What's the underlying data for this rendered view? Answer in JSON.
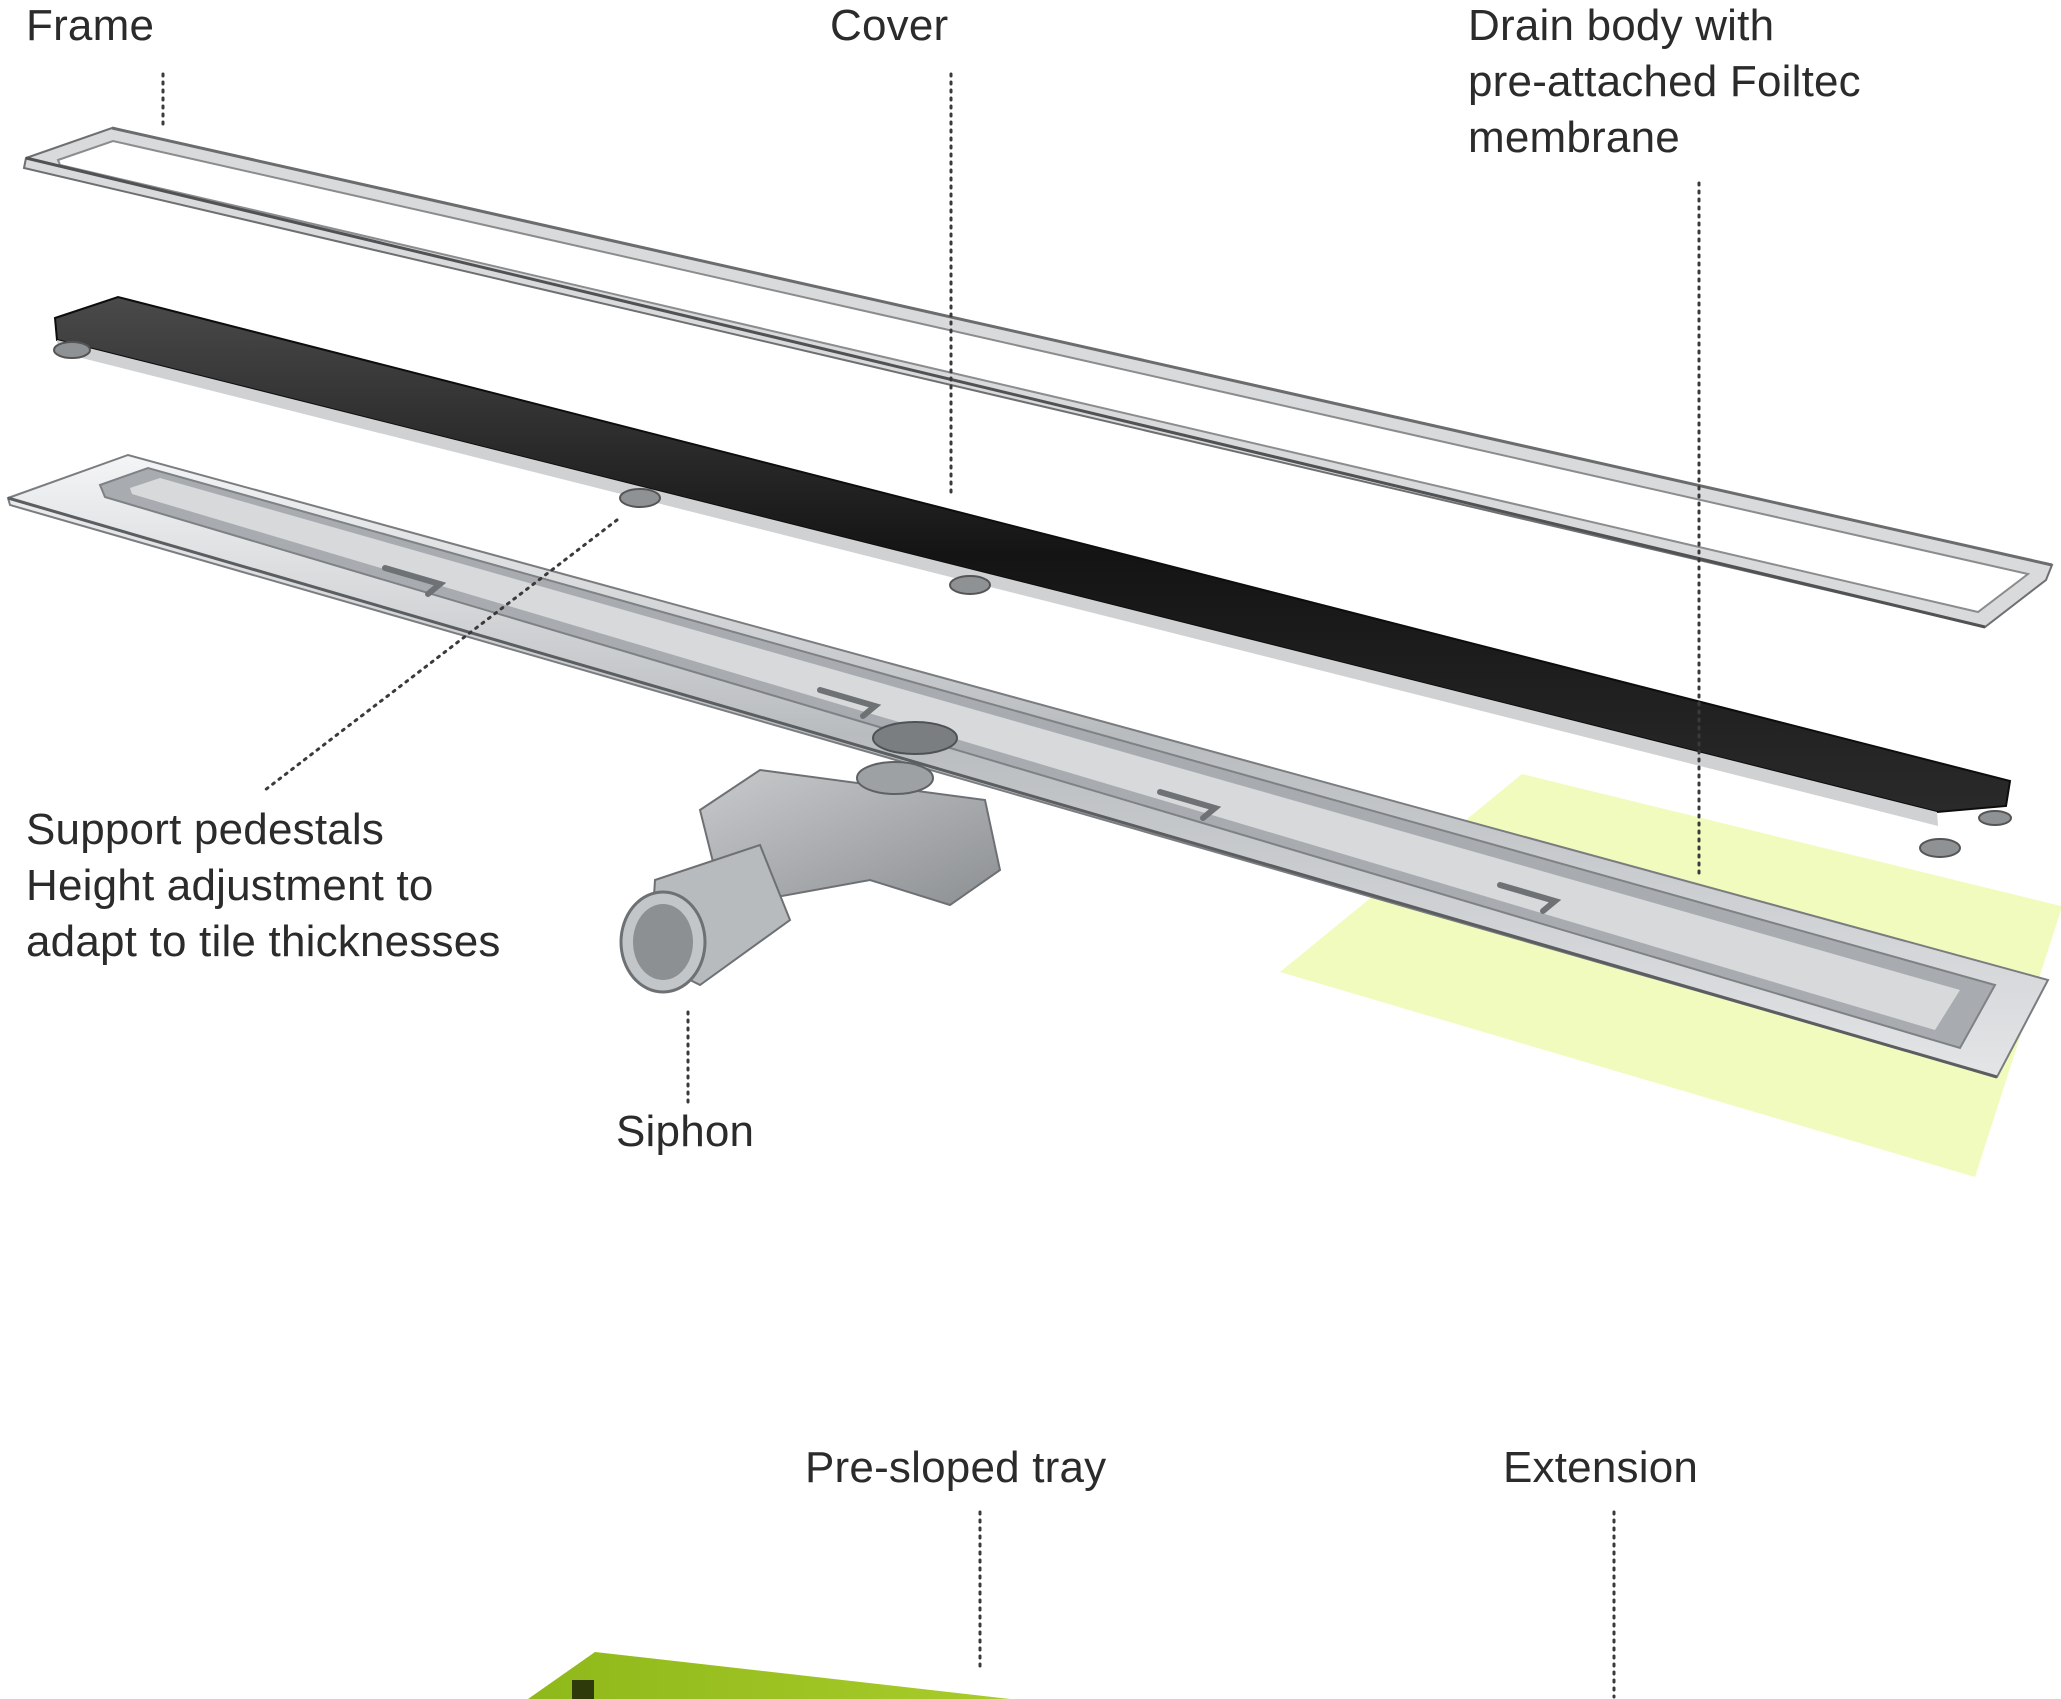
{
  "labels": {
    "frame": "Frame",
    "cover": "Cover",
    "drain_body": [
      "Drain body with",
      "pre-attached Foiltec",
      "membrane"
    ],
    "support_pedestals": [
      "Support pedestals",
      "Height adjustment to",
      "adapt to tile thicknesses"
    ],
    "siphon": "Siphon",
    "pre_sloped_tray": "Pre-sloped tray",
    "extension": "Extension"
  },
  "colors": {
    "membrane": "#f2fbbe",
    "tray": "#9cc31c",
    "steel_dark": "#1c1c1c",
    "steel_light": "#c9cbcd",
    "text": "#2b2b2b"
  }
}
